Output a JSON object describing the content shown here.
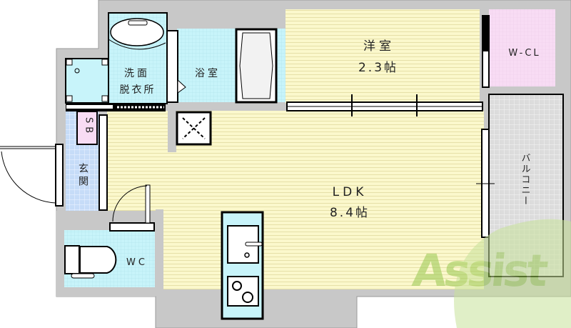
{
  "rooms": {
    "washroom": {
      "line1": "洗面",
      "line2": "脱衣所"
    },
    "bathroom": {
      "label": "浴室"
    },
    "western_room": {
      "label": "洋室",
      "size": "2.3帖"
    },
    "walk_in_closet": {
      "label": "W-CL"
    },
    "balcony": {
      "label": "バルコニー"
    },
    "ldk": {
      "label": "LDK",
      "size": "8.4帖"
    },
    "entrance": {
      "label": "玄関"
    },
    "shoe_box": {
      "label": "SB"
    },
    "toilet": {
      "label": "WC"
    }
  },
  "watermark": {
    "text": "Assist"
  },
  "colors": {
    "wall": "#c8c8c8",
    "floor_wood": "#fbf8cc",
    "wet_area": "#c8f4fa",
    "closet": "#f8dcf4",
    "entrance_tile": "#c6dcf8",
    "balcony": "#dcdcdc",
    "logo_green": "#a8d060"
  }
}
